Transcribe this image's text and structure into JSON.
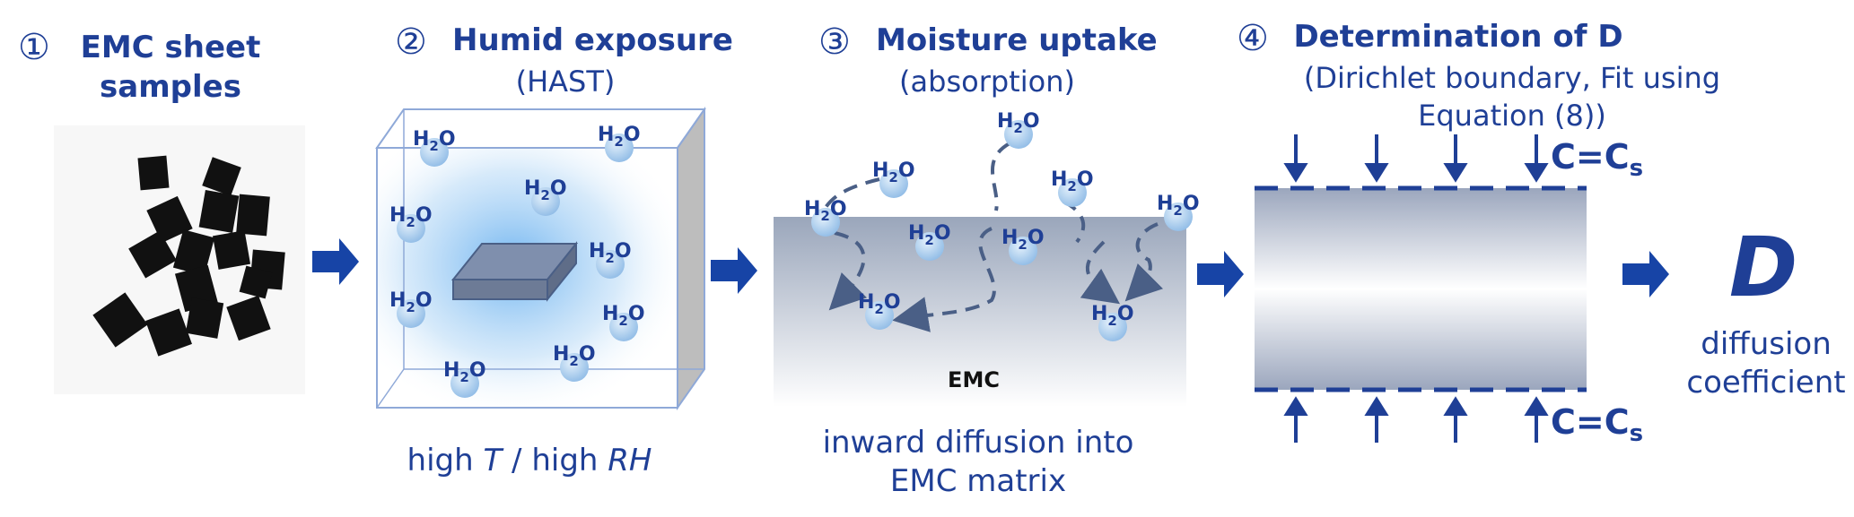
{
  "steps": [
    {
      "num": "①",
      "title_line1": "EMC sheet",
      "title_line2": "samples"
    },
    {
      "num": "②",
      "title": "Humid exposure",
      "subtitle": "(HAST)",
      "caption_a": "high ",
      "caption_T": "T",
      "caption_b": " / high ",
      "caption_RH": "RH"
    },
    {
      "num": "③",
      "title": "Moisture uptake",
      "subtitle": "(absorption)",
      "matrix_label": "EMC",
      "caption_line1": "inward diffusion into",
      "caption_line2": "EMC matrix"
    },
    {
      "num": "④",
      "title": "Determination of D",
      "subtitle_line1": "(Dirichlet boundary, Fit using",
      "subtitle_line2": "Equation (8))",
      "boundary_C": "C=C",
      "boundary_sub": "s"
    }
  ],
  "molecule": {
    "H": "H",
    "sub": "2",
    "O": "O"
  },
  "result": {
    "symbol": "D",
    "label_line1": "diffusion",
    "label_line2": "coefficient"
  },
  "colors": {
    "primary": "#1f3f96",
    "arrow": "#1744a6",
    "droplet": "#9cc3ea",
    "slab": "#7f8fad",
    "path": "#4a5f86"
  }
}
